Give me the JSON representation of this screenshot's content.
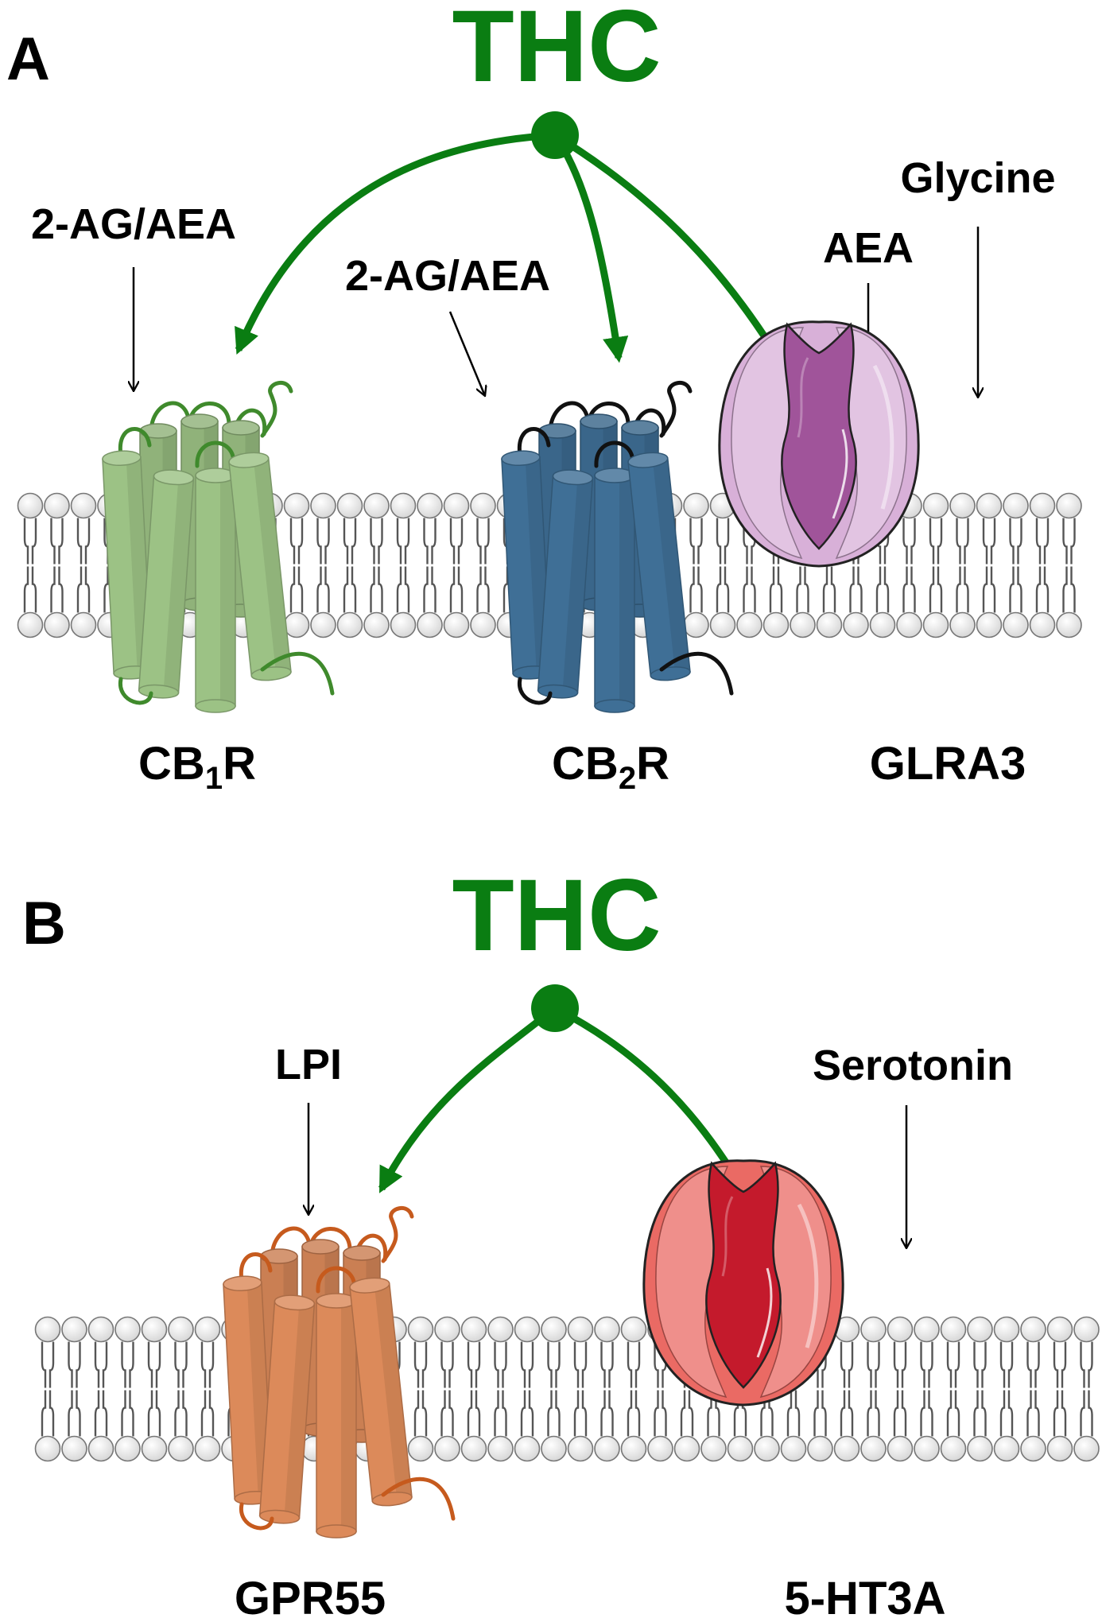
{
  "colors": {
    "thc_green": "#0a7d12",
    "cb1_green": "#9cc285",
    "cb2_blue": "#3f6f96",
    "glra3_purple": "#c795c7",
    "gpr55_orange": "#dc8a5a",
    "ht3a_red": "#e05656",
    "membrane_gray": "#d9d9d9"
  },
  "panel_a": {
    "letter": "A",
    "ligand": "THC",
    "agonists": {
      "cb1": "2-AG/AEA",
      "cb2": "2-AG/AEA",
      "glra3_1": "AEA",
      "glra3_2": "Glycine"
    },
    "receptors": {
      "cb1": {
        "base": "CB",
        "sub": "1",
        "suffix": "R",
        "icon": "gpcr-7tm-icon"
      },
      "cb2": {
        "base": "CB",
        "sub": "2",
        "suffix": "R",
        "icon": "gpcr-7tm-icon"
      },
      "glra3": {
        "name": "GLRA3",
        "icon": "ion-channel-icon"
      }
    }
  },
  "panel_b": {
    "letter": "B",
    "ligand": "THC",
    "agonists": {
      "gpr55": "LPI",
      "ht3a": "Serotonin"
    },
    "receptors": {
      "gpr55": {
        "name": "GPR55",
        "icon": "gpcr-7tm-icon"
      },
      "ht3a": {
        "name": "5-HT3A",
        "icon": "ion-channel-icon"
      }
    }
  }
}
